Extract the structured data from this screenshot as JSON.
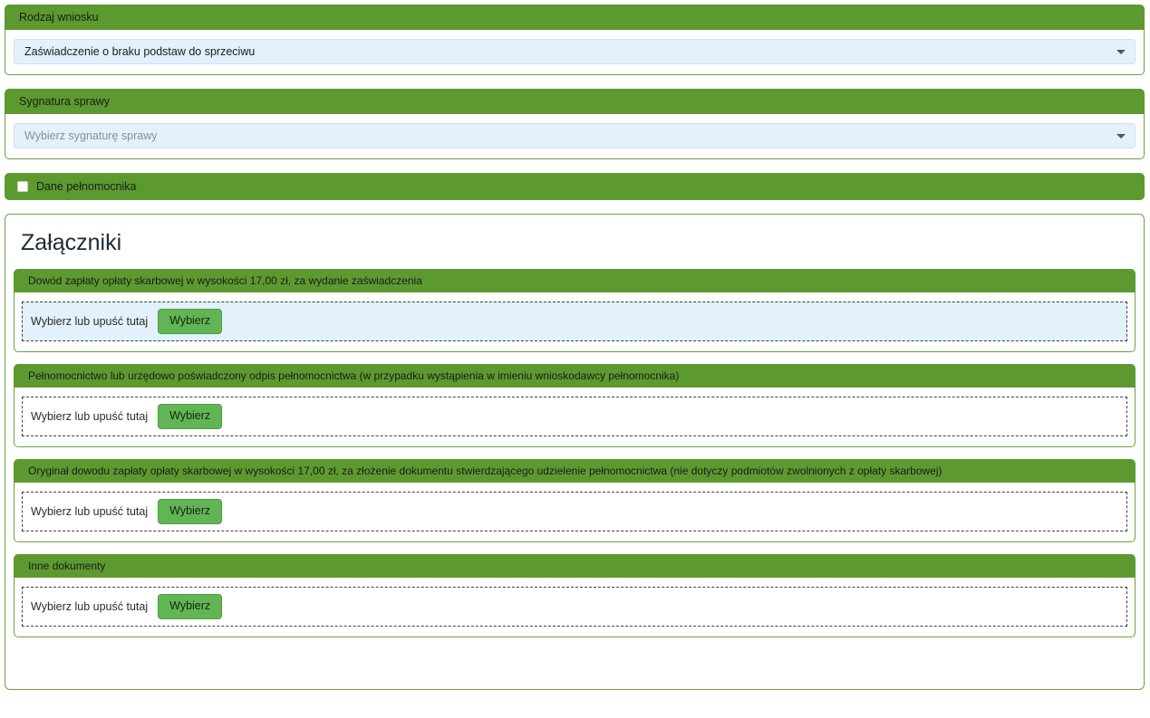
{
  "form": {
    "request_type": {
      "header": "Rodzaj wniosku",
      "value": "Zaświadczenie o braku podstaw do sprzeciwu",
      "caret_icon": "chevron-down-icon"
    },
    "case_signature": {
      "header": "Sygnatura sprawy",
      "placeholder": "Wybierz sygnaturę sprawy",
      "value": "Wybierz sygnaturę sprawy",
      "caret_icon": "chevron-down-icon"
    },
    "proxy_checkbox": {
      "label": "Dane pełnomocnika",
      "checked": false
    }
  },
  "attachments": {
    "title": "Załączniki",
    "dropzone_label": "Wybierz lub upuść tutaj",
    "button_label": "Wybierz",
    "items": [
      {
        "header": "Dowód zapłaty opłaty skarbowej w wysokości 17,00 zł, za wydanie zaświadczenia",
        "dropzone_label": "Wybierz lub upuść tutaj",
        "button_label": "Wybierz",
        "highlighted": true
      },
      {
        "header": "Pełnomocnictwo lub urzędowo poświadczony odpis pełnomocnictwa (w przypadku wystąpienia w imieniu wnioskodawcy pełnomocnika)",
        "dropzone_label": "Wybierz lub upuść tutaj",
        "button_label": "Wybierz",
        "highlighted": false
      },
      {
        "header": "Oryginał dowodu zapłaty opłaty skarbowej w wysokości 17,00 zł, za złożenie dokumentu stwierdzającego udzielenie pełnomocnictwa (nie dotyczy podmiotów zwolnionych z opłaty skarbowej)",
        "dropzone_label": "Wybierz lub upuść tutaj",
        "button_label": "Wybierz",
        "highlighted": false
      },
      {
        "header": "Inne dokumenty",
        "dropzone_label": "Wybierz lub upuść tutaj",
        "button_label": "Wybierz",
        "highlighted": false
      }
    ]
  },
  "colors": {
    "header_green": "#5c9a30",
    "border_green": "#6aa340",
    "button_green": "#62b554",
    "input_blue": "#e2f1fb",
    "heading_navy": "#1d2b36"
  }
}
